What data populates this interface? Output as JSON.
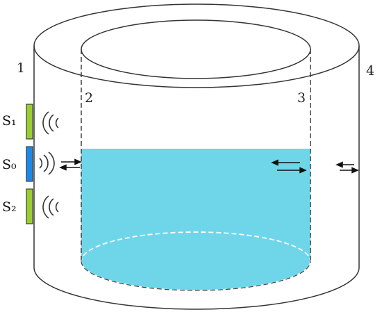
{
  "labels": {
    "wall_outer_left": "1",
    "wall_inner_left": "2",
    "wall_inner_right": "3",
    "wall_outer_right": "4"
  },
  "sensors": [
    {
      "label": "S₁",
      "color": "#9ACD32",
      "wave": "receiving"
    },
    {
      "label": "S₀",
      "color": "#1E88E5",
      "wave": "emitting"
    },
    {
      "label": "S₂",
      "color": "#9ACD32",
      "wave": "receiving"
    }
  ],
  "colors": {
    "liquid": "#6FD6EA",
    "outline": "#333333"
  },
  "icons": [
    "wave-receive-icon",
    "wave-emit-icon",
    "double-arrow-icon"
  ]
}
